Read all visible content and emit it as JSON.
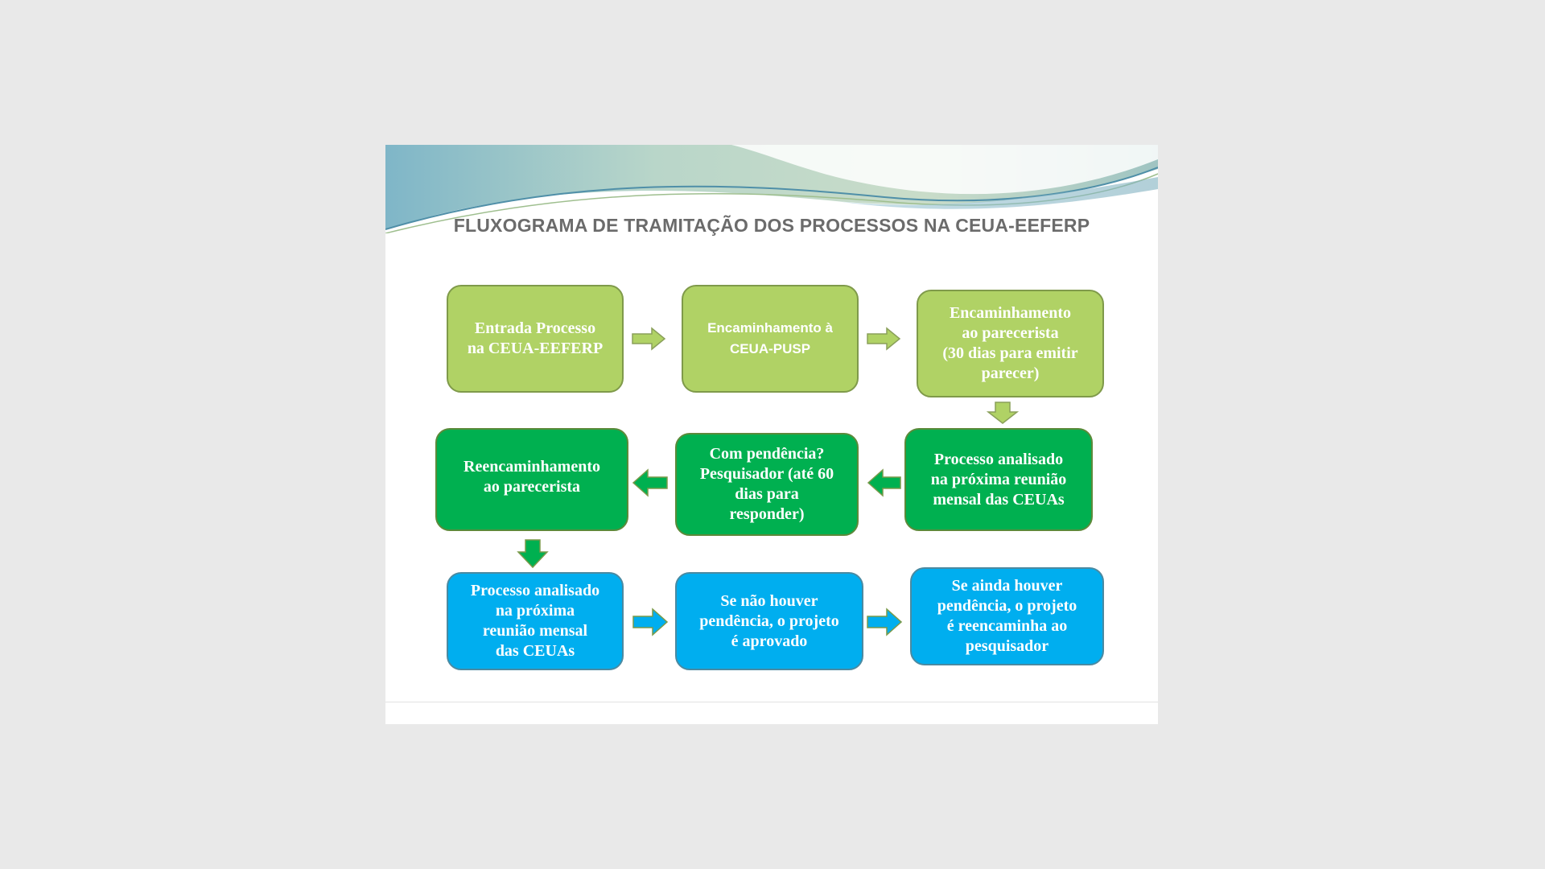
{
  "slide": {
    "title": "FLUXOGRAMA DE TRAMITAÇÃO DOS PROCESSOS NA CEUA-EEFERP"
  },
  "colors": {
    "light_green": "#b0d265",
    "dark_green": "#00b050",
    "blue": "#00aeef",
    "title_gray": "#6b6b6b"
  },
  "flow": {
    "row1": [
      {
        "text": "Entrada Processo\nna CEUA-EEFERP"
      },
      {
        "text": "Encaminhamento à\nCEUA-PUSP"
      },
      {
        "text": "Encaminhamento\nao parecerista\n(30 dias para emitir\nparecer)"
      }
    ],
    "row2": [
      {
        "text": "Processo analisado\nna próxima reunião\nmensal das CEUAs"
      },
      {
        "text": "Com pendência?\nPesquisador (até 60\ndias para\nresponder)"
      },
      {
        "text": "Reencaminhamento\nao parecerista"
      }
    ],
    "row3": [
      {
        "text": "Processo analisado\nna próxima\nreunião mensal\ndas CEUAs"
      },
      {
        "text": "Se não houver\npendência, o projeto\né aprovado"
      },
      {
        "text": "Se ainda houver\npendência, o projeto\né reencaminha ao\npesquisador"
      }
    ]
  },
  "arrows": [
    {
      "icon": "arrow-right-icon",
      "color": "#b0d265"
    },
    {
      "icon": "arrow-right-icon",
      "color": "#b0d265"
    },
    {
      "icon": "arrow-down-icon",
      "color": "#b0d265"
    },
    {
      "icon": "arrow-left-icon",
      "color": "#00b050"
    },
    {
      "icon": "arrow-left-icon",
      "color": "#00b050"
    },
    {
      "icon": "arrow-down-icon",
      "color": "#00b050"
    },
    {
      "icon": "arrow-right-icon",
      "color": "#00aeef"
    },
    {
      "icon": "arrow-right-icon",
      "color": "#00aeef"
    }
  ]
}
